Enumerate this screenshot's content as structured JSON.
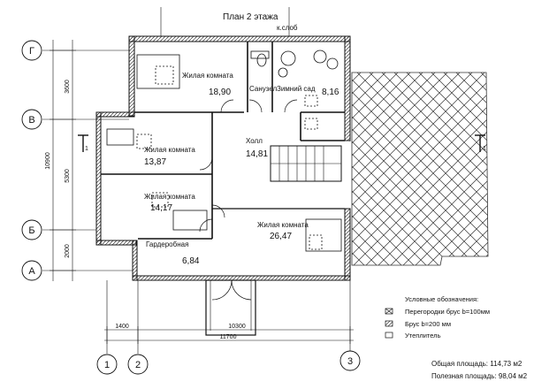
{
  "title": "План 2 этажа",
  "chimney_label": "к.слоб",
  "rooms": {
    "living_ne": {
      "name": "Жилая комната",
      "area": "18,90"
    },
    "bathroom": {
      "name": "Санузел"
    },
    "winter_garden": {
      "name": "Зимний сад",
      "area": "8,16"
    },
    "living_w1": {
      "name": "Жилая комната",
      "area": "13,87"
    },
    "hall": {
      "name": "Холл",
      "area": "14,81"
    },
    "living_w2": {
      "name": "Жилая комната",
      "area": "14,17"
    },
    "living_se": {
      "name": "Жилая комната",
      "area": "26,47"
    },
    "wardrobe": {
      "name": "Гардеробная",
      "area": "6,84"
    }
  },
  "axes": {
    "rows": [
      "Г",
      "В",
      "Б",
      "А"
    ],
    "cols": [
      "1",
      "2",
      "3"
    ]
  },
  "dimensions": {
    "left": [
      "3600",
      "5300",
      "2000"
    ],
    "left_total": "10900",
    "bottom_segment": "1400",
    "bottom_inner": "10300",
    "bottom_total": "11700"
  },
  "section_marks": [
    "1",
    "1"
  ],
  "legend": {
    "title": "Условные обозначения:",
    "items": [
      {
        "label": "Перегородки брус b=100мм",
        "pattern": "x"
      },
      {
        "label": "Брус b=200 мм",
        "pattern": "slash"
      },
      {
        "label": "Утеплитель",
        "pattern": "blank"
      }
    ]
  },
  "totals": {
    "total_area": "Общая площадь: 114,73 м2",
    "useful_area": "Полезная площадь: 98,04 м2"
  },
  "colors": {
    "ink": "#111111",
    "paper": "#ffffff",
    "roof_hatch": "#333333"
  }
}
